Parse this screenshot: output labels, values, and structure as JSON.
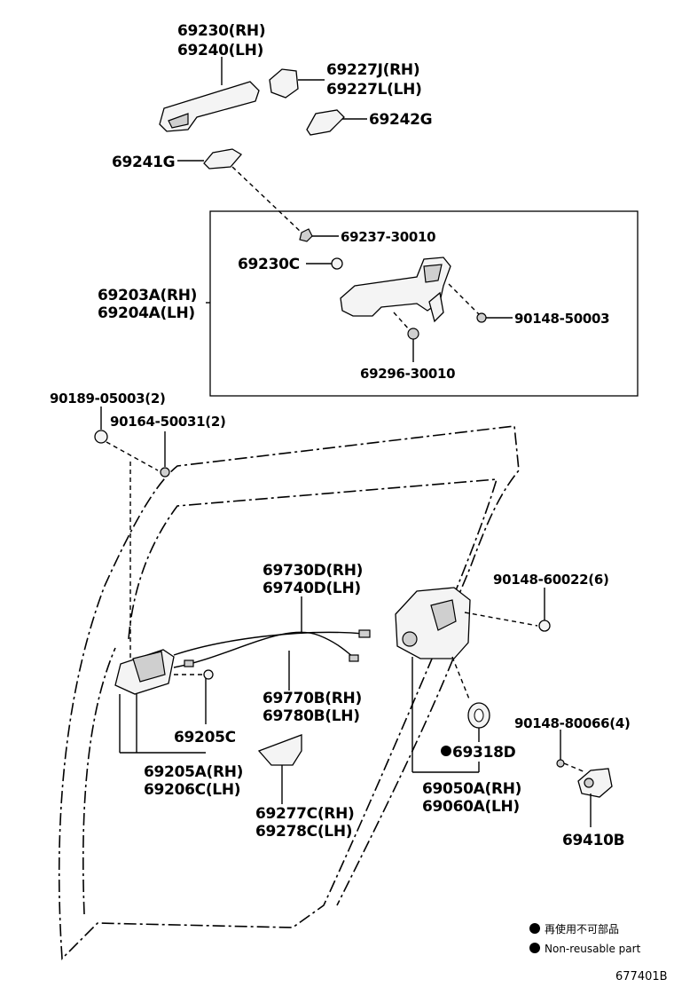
{
  "labels": {
    "handle_outer_rh": "69230(RH)",
    "handle_outer_lh": "69240(LH)",
    "cap_rh": "69227J(RH)",
    "cap_lh": "69227L(LH)",
    "pad_69242g": "69242G",
    "pad_69241g": "69241G",
    "clip_69237": "69237-30010",
    "cap_69230c": "69230C",
    "frame_rh": "69203A(RH)",
    "frame_lh": "69204A(LH)",
    "screw_90148_50003": "90148-50003",
    "bolt_69296": "69296-30010",
    "screw_90189": "90189-05003(2)",
    "screw_90164": "90164-50031(2)",
    "cable_rh": "69730D(RH)",
    "cable_lh": "69740D(LH)",
    "screw_90148_60022": "90148-60022(6)",
    "cable2_rh": "69770B(RH)",
    "cable2_lh": "69780B(LH)",
    "part_69205c": "69205C",
    "inner_handle_rh": "69205A(RH)",
    "inner_handle_lh": "69206C(LH)",
    "seal_69318d": "69318D",
    "lock_rh": "69050A(RH)",
    "lock_lh": "69060A(LH)",
    "screw_90148_80066": "90148-80066(4)",
    "bezel_rh": "69277C(RH)",
    "bezel_lh": "69278C(LH)",
    "striker": "69410B"
  },
  "legend": {
    "line_jp": "再使用不可部品",
    "line_en": "Non-reusable part"
  },
  "figure_code": "677401B"
}
